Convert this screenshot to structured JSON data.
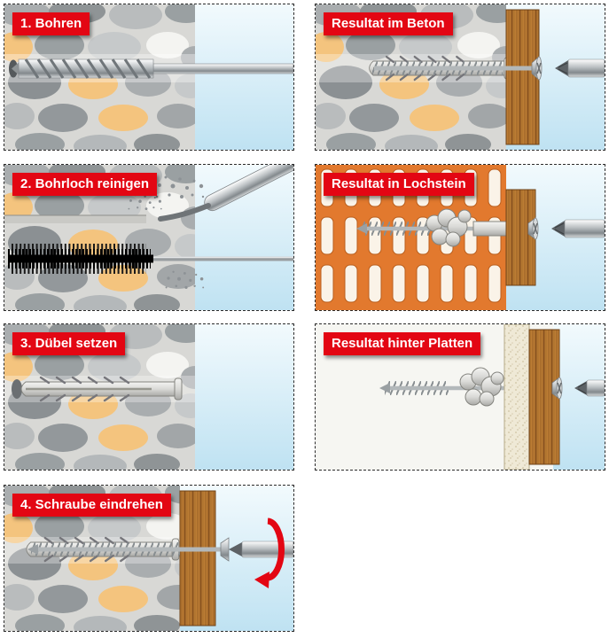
{
  "colors": {
    "label_bg": "#e30613",
    "label_text": "#ffffff",
    "arrow_red": "#e30613",
    "sky_top": "#f2fafd",
    "sky_bottom": "#bfe2f2",
    "mortar": "#d8d8d5",
    "stone_orange": "#f4c47e",
    "wood": "#bc7c34",
    "brick_orange": "#e2792e",
    "plasterboard": "#efe9d6"
  },
  "steps": [
    {
      "id": "step-1",
      "label": "1. Bohren"
    },
    {
      "id": "step-2",
      "label": "2. Bohrloch reinigen"
    },
    {
      "id": "step-3",
      "label": "3. Dübel setzen"
    },
    {
      "id": "step-4",
      "label": "4. Schraube eindrehen"
    }
  ],
  "results": [
    {
      "id": "result-concrete",
      "label": "Resultat im Beton"
    },
    {
      "id": "result-perforated-brick",
      "label": "Resultat in Lochstein"
    },
    {
      "id": "result-behind-panels",
      "label": "Resultat hinter Platten"
    }
  ]
}
